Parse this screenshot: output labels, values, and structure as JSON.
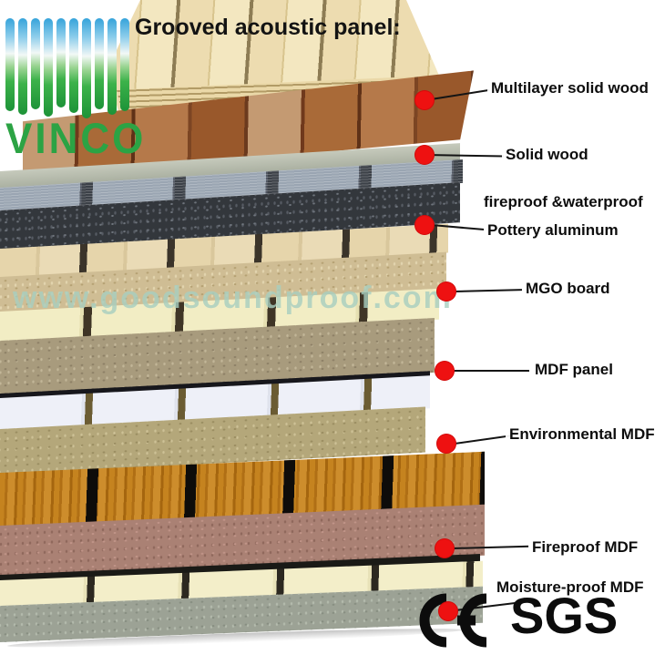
{
  "header": {
    "title": "Grooved acoustic panel:",
    "logo_text": "VINCO"
  },
  "watermark": "www.goodsoundproof.com",
  "callouts": [
    {
      "label": "Multilayer solid wood"
    },
    {
      "label": "Solid wood"
    },
    {
      "label_line1": "fireproof &waterproof",
      "label_line2": "Pottery aluminum"
    },
    {
      "label": "MGO board"
    },
    {
      "label": "MDF panel"
    },
    {
      "label": "Environmental MDF"
    },
    {
      "label": "Fireproof MDF"
    },
    {
      "label": "Moisture-proof MDF"
    }
  ],
  "certifications": {
    "ce": "CE",
    "sgs": "SGS"
  },
  "colors": {
    "callout_dot_red": "#ee1111",
    "label_text": "#0d0d0d",
    "logo_green": "#2ca344",
    "logo_sky_blue": "#35a3da",
    "watermark_teal": "#a8cfc0",
    "background": "#ffffff"
  },
  "photo_layers": [
    {
      "name": "Multilayer solid wood",
      "top_color": "#eddcb0"
    },
    {
      "name": "Solid wood",
      "top_color": "#a96a38"
    },
    {
      "name": "Pottery aluminum",
      "top_color": "#9aa5b2",
      "front_color": "#33373c"
    },
    {
      "name": "MGO board",
      "top_color": "#e6d5ab",
      "front_color": "#cfbd94"
    },
    {
      "name": "MDF panel",
      "top_color": "#f2edc4",
      "front_color": "#a89b7d"
    },
    {
      "name": "Environmental MDF",
      "top_color": "#eef0f8",
      "front_color": "#b4a77a"
    },
    {
      "name": "Fireproof MDF",
      "top_color": "#c5831f",
      "front_color": "#aa8174"
    },
    {
      "name": "Moisture-proof MDF",
      "top_color": "#f3eec9",
      "front_color": "#9ca295"
    }
  ]
}
